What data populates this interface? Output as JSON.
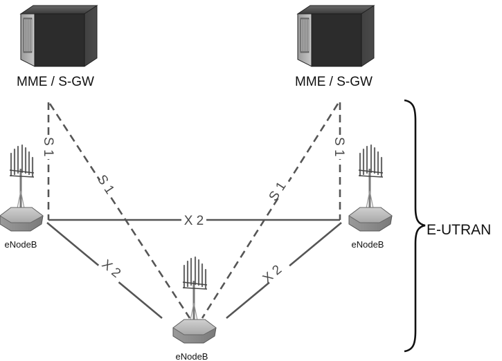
{
  "nodes": {
    "mme_left": {
      "label": "MME / S-GW"
    },
    "mme_right": {
      "label": "MME / S-GW"
    },
    "enb_left": {
      "label": "eNodeB"
    },
    "enb_right": {
      "label": "eNodeB"
    },
    "enb_bottom": {
      "label": "eNodeB"
    }
  },
  "links": {
    "s1_left_vertical": "S 1",
    "s1_left_diagonal": "S 1",
    "s1_right_diagonal": "S 1",
    "s1_right_vertical": "S 1",
    "x2_top": "X 2",
    "x2_left": "X 2",
    "x2_right": "X 2"
  },
  "group": {
    "label": "E-UTRAN"
  },
  "colors": {
    "line": "#555555",
    "server_body": "#3a3a3a",
    "base": "#b8b8b8"
  }
}
